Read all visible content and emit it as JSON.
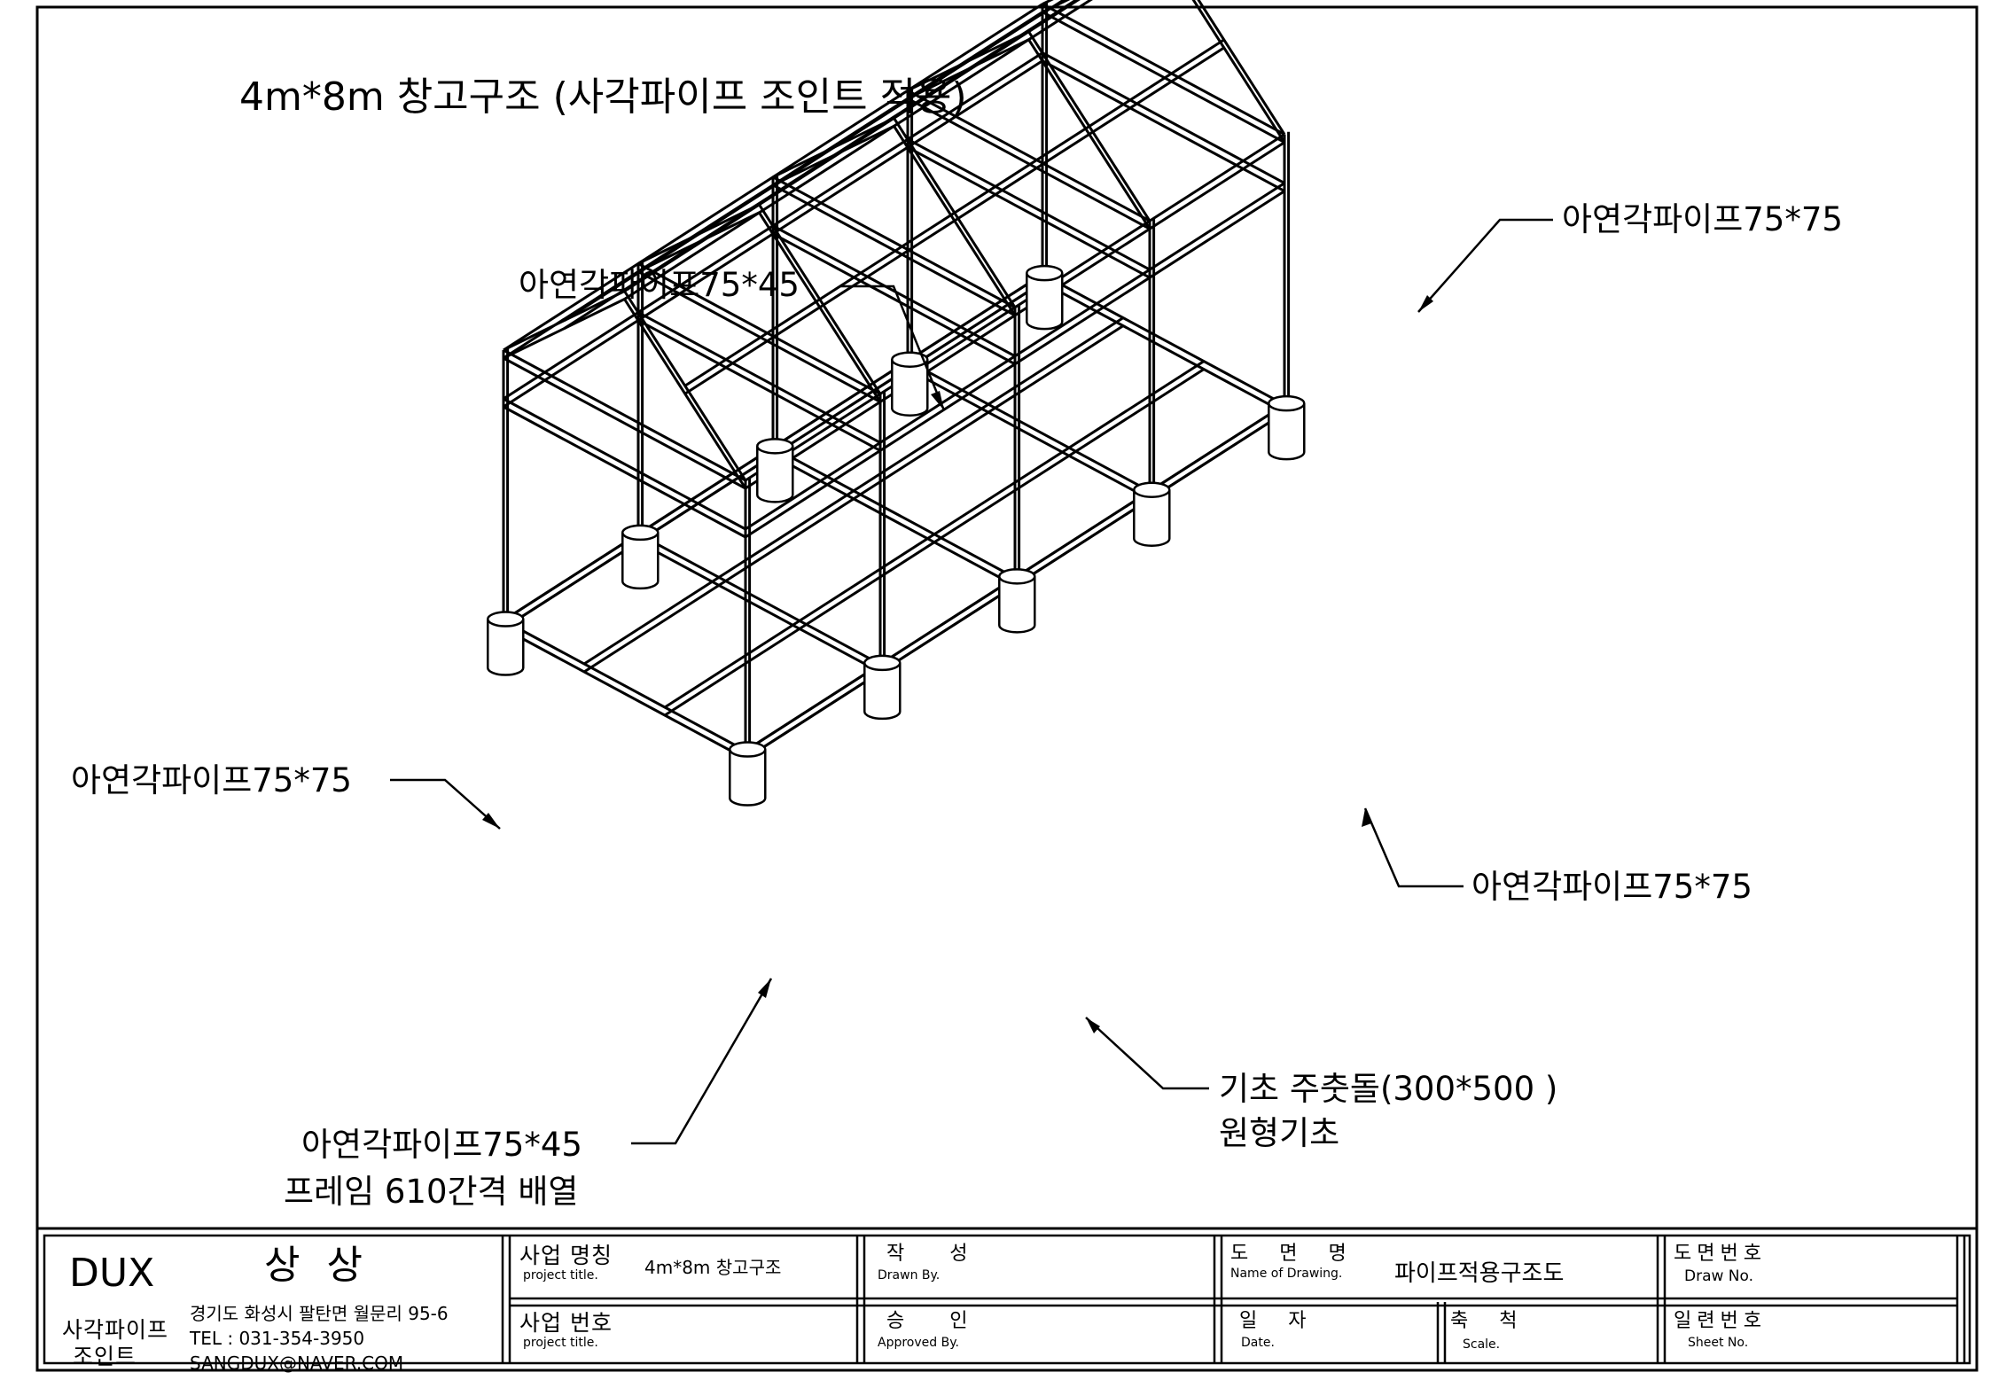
{
  "drawing": {
    "title": "4m*8m 창고구조 (사각파이프 조인트 적용)",
    "callouts": {
      "top_middle": "아연각파이프75*45",
      "top_right": "아연각파이프75*75",
      "left": "아연각파이프75*75",
      "right": "아연각파이프75*75",
      "bottom_left_1": "아연각파이프75*45",
      "bottom_left_2": "프레임 610간격 배열",
      "footing_1": "기초 주춧돌(300*500 )",
      "footing_2": "원형기초"
    }
  },
  "title_block": {
    "company": {
      "brand": "DUX",
      "name": "상 상",
      "product_1": "사각파이프",
      "product_2": "조인트",
      "address": "경기도 화성시 팔탄면 월문리 95-6",
      "tel": "TEL : 031-354-3950",
      "email": "SANGDUX@NAVER.COM"
    },
    "project_name_label": "사업 명칭",
    "project_name_sub": "project title.",
    "project_name_value": "4m*8m 창고구조",
    "project_no_label": "사업 번호",
    "project_no_sub": "project title.",
    "drawn_label": "작 성",
    "drawn_sub": "Drawn By.",
    "approved_label": "승 인",
    "approved_sub": "Approved By.",
    "drawing_name_label": "도 면 명",
    "drawing_name_sub": "Name of Drawing.",
    "drawing_name_value": "파이프적용구조도",
    "date_label": "일 자",
    "date_sub": "Date.",
    "scale_label": "축 척",
    "scale_sub": "Scale.",
    "draw_no_label": "도면번호",
    "draw_no_sub": "Draw No.",
    "sheet_no_label": "일련번호",
    "sheet_no_sub": "Sheet No."
  }
}
